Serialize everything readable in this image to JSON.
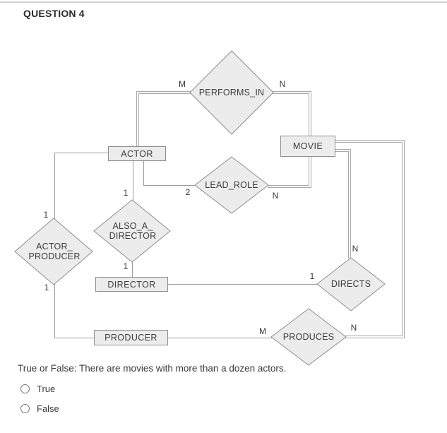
{
  "header": {
    "title": "QUESTION 4"
  },
  "colors": {
    "shape_fill": "#ececec",
    "shape_border": "#8e8e8e",
    "connector_line": "#a8a8a8",
    "diagram_text": "#3d3d3d",
    "top_rule": "#d2d2d2"
  },
  "diagram": {
    "entities": {
      "actor": "ACTOR",
      "movie": "MOVIE",
      "director": "DIRECTOR",
      "producer": "PRODUCER"
    },
    "relationships": {
      "performs_in": "PERFORMS_IN",
      "lead_role": "LEAD_ROLE",
      "also_a_director_line1": "ALSO_A_",
      "also_a_director_line2": "DIRECTOR",
      "actor_producer_line1": "ACTOR_",
      "actor_producer_line2": "PRODUCER",
      "directs": "DIRECTS",
      "produces": "PRODUCES"
    },
    "cardinalities": {
      "performs_in_actor": "M",
      "performs_in_movie": "N",
      "lead_role_actor": "2",
      "lead_role_movie": "N",
      "actor_producer_actor": "1",
      "actor_producer_producer": "1",
      "also_a_director_actor": "1",
      "also_a_director_director": "1",
      "directs_director": "1",
      "directs_movie": "N",
      "produces_producer": "M",
      "produces_movie": "N"
    }
  },
  "question": {
    "text": "True or False: There are movies with more than a dozen actors.",
    "options": [
      {
        "label": "True",
        "selected": false
      },
      {
        "label": "False",
        "selected": false
      }
    ]
  }
}
